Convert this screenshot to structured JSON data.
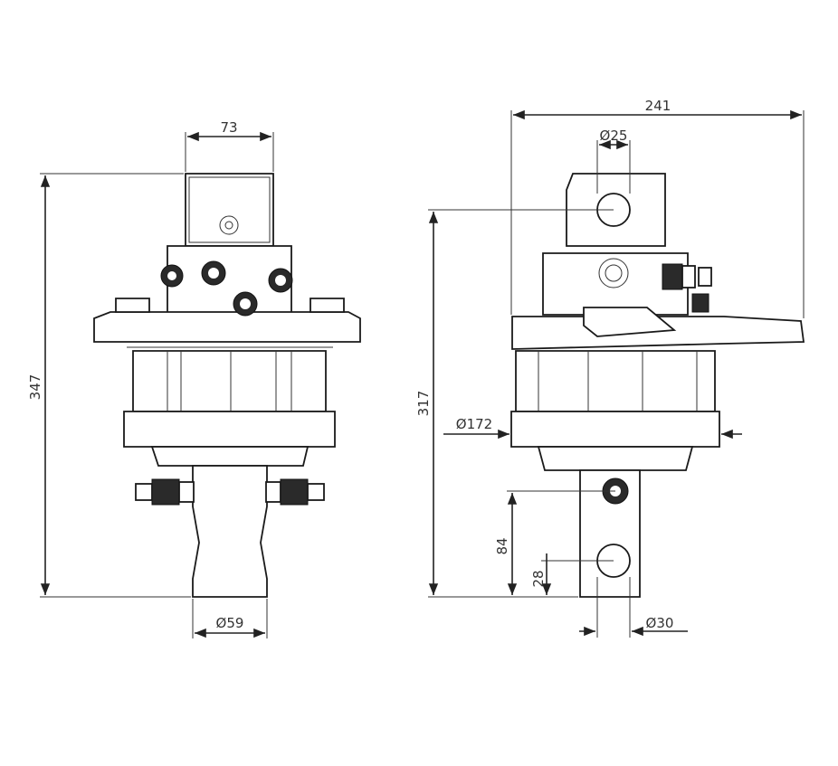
{
  "front_view": {
    "dim_top_width": "73",
    "dim_height": "347",
    "dim_shaft_diameter": "Ø59"
  },
  "side_view": {
    "dim_overall_width": "241",
    "dim_top_hole_diameter": "Ø25",
    "dim_height": "317",
    "dim_body_diameter": "Ø172",
    "dim_pin_height_a": "84",
    "dim_pin_height_b": "28",
    "dim_bottom_hole_diameter": "Ø30"
  },
  "colors": {
    "line": "#222222",
    "fitting": "#2a2a2a",
    "background": "#ffffff"
  }
}
